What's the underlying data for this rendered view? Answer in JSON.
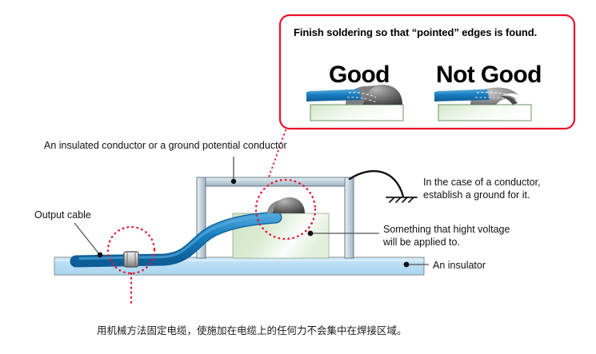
{
  "figure": {
    "title_caption_cn": "用机械方法固定电缆，使施加在电缆上的任何力不会集中在焊接区域。"
  },
  "callout": {
    "heading": "Finish soldering so that “pointed” edges is found.",
    "border_color": "#e8112d",
    "examples": [
      {
        "verdict": "Good",
        "cable_color": "#1a7fc1",
        "solder_color": "#6e6e6e",
        "pad_color": "#d9ead0"
      },
      {
        "verdict": "Not Good",
        "cable_color": "#1a7fc1",
        "solder_color": "#9a9a9a",
        "pad_color": "#d9ead0"
      }
    ]
  },
  "annotations": {
    "conductor_label": "An insulated conductor or a ground potential conductor",
    "output_cable_label": "Output cable",
    "ground_label_line1": "In the case of a conductor,",
    "ground_label_line2": "establish a ground for it.",
    "hv_label_line1": "Something that hight voltage",
    "hv_label_line2": "will be applied to.",
    "insulator_label": "An insulator"
  },
  "colors": {
    "cable_blue": "#1a7fc1",
    "cable_blue_dark": "#0e66a6",
    "insulator_fill": "#bfe0f5",
    "insulator_stroke": "#8a8a8a",
    "enclosure_fill": "#cfdde6",
    "enclosure_stroke": "#6b7a84",
    "block_green_light": "#ffffff",
    "block_green": "#cde3c4",
    "solder_dark": "#5a5a5a",
    "highlight_red": "#e8112d",
    "leader_gray": "#555555"
  }
}
